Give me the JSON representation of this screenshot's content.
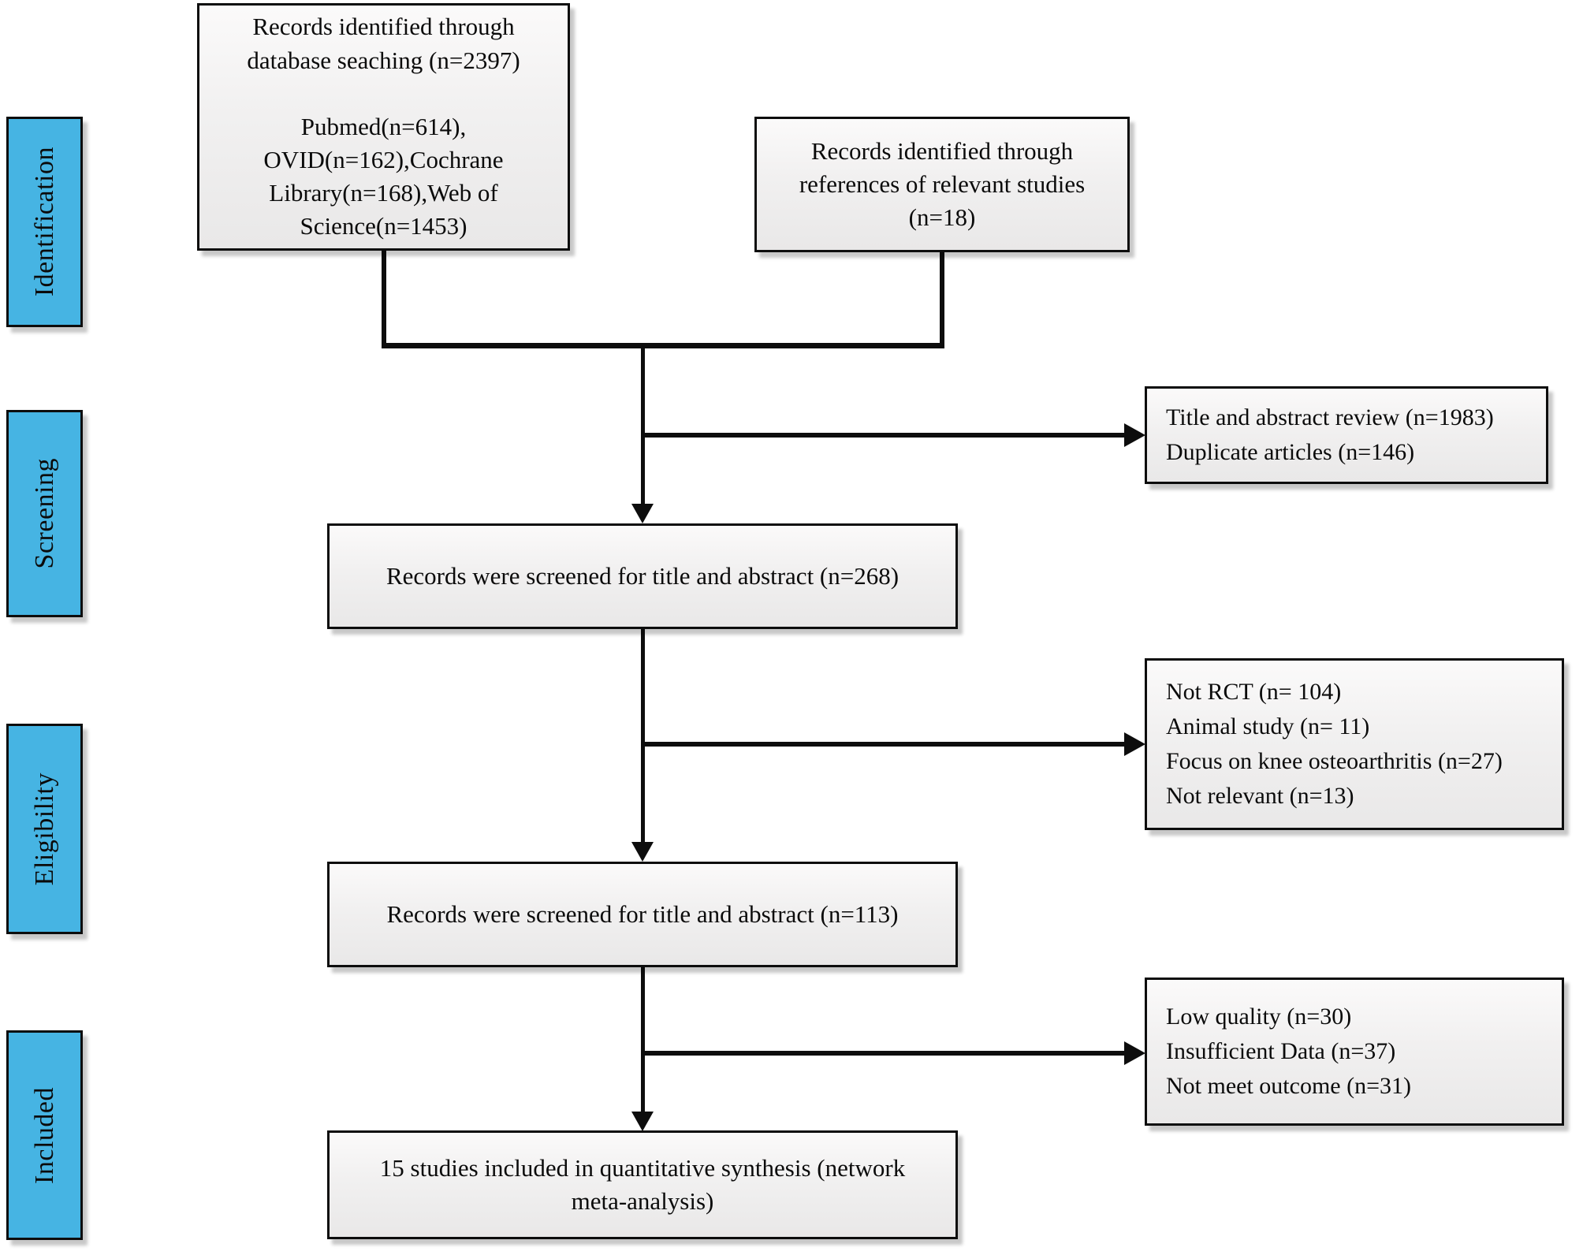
{
  "sidebar": {
    "stages": [
      {
        "label": "Identification"
      },
      {
        "label": "Screening"
      },
      {
        "label": "Eligibility"
      },
      {
        "label": "Included"
      }
    ]
  },
  "boxes": {
    "identified_db": {
      "text": "Records identified through\ndatabase seaching (n=2397)\n\nPubmed(n=614),\nOVID(n=162),Cochrane\nLibrary(n=168),Web of\nScience(n=1453)"
    },
    "identified_refs": {
      "text": "Records identified through\nreferences of relevant studies\n(n=18)"
    },
    "title_abstract_review": {
      "text": "Title and abstract review (n=1983)\nDuplicate articles (n=146)"
    },
    "screened_268": {
      "text": "Records were screened for title and abstract (n=268)"
    },
    "excluded_eligibility": {
      "text": "Not RCT (n= 104)\nAnimal study (n= 11)\nFocus on knee osteoarthritis (n=27)\nNot relevant (n=13)"
    },
    "screened_113": {
      "text": "Records were screened for title and abstract (n=113)"
    },
    "excluded_quality": {
      "text": "Low quality (n=30)\nInsufficient Data (n=37)\nNot meet outcome (n=31)"
    },
    "included_final": {
      "text": "15 studies included in quantitative synthesis (network\nmeta-analysis)"
    }
  },
  "colors": {
    "stage_fill": "#46b4e3",
    "box_border": "#0d0d0d",
    "box_fill": "#f1f0f0",
    "connector": "#0d0d0d"
  }
}
